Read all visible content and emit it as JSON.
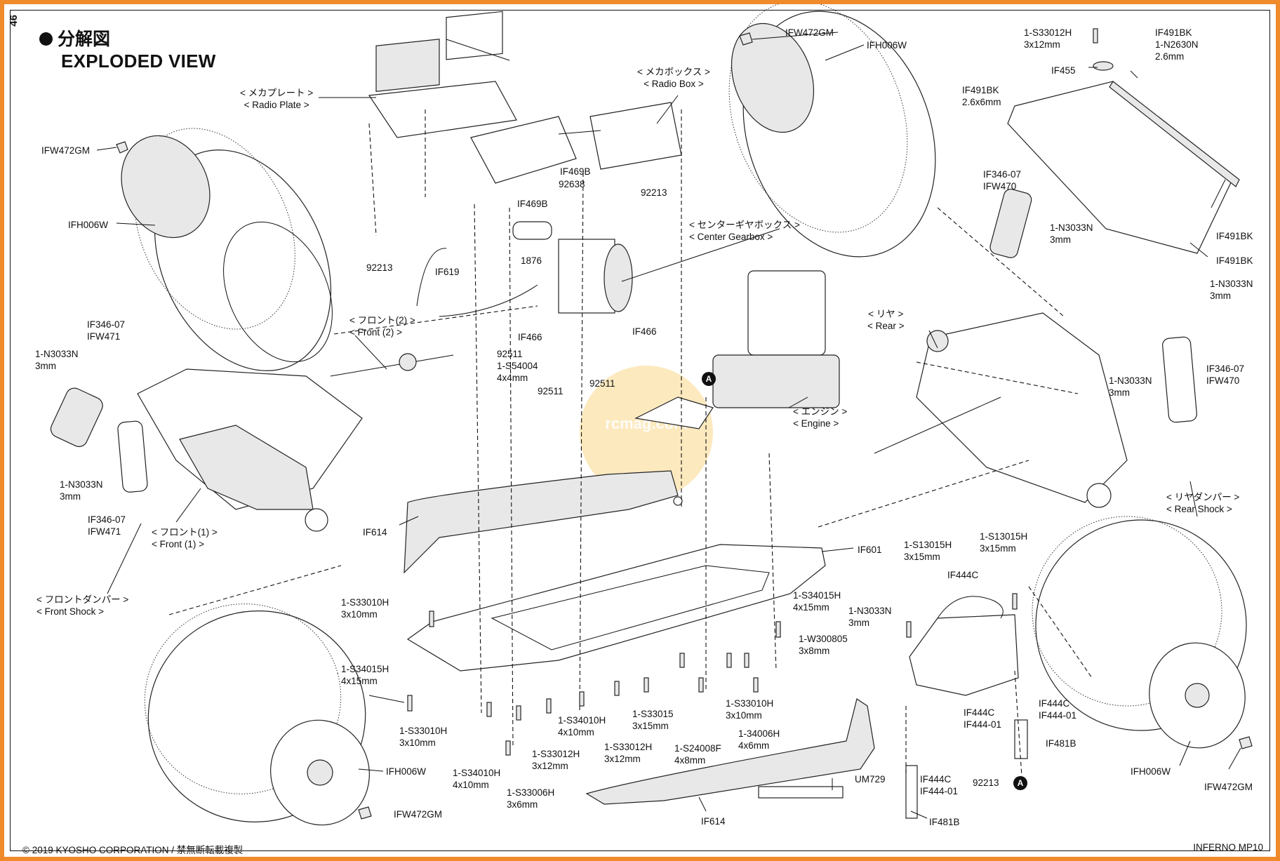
{
  "page_number": "46",
  "title_ja": "分解図",
  "title_en": "EXPLODED VIEW",
  "copyright": "© 2019 KYOSHO CORPORATION / 禁無断転載複製",
  "model_name": "INFERNO MP10",
  "watermark": "rcmag.com",
  "badge_letter": "A",
  "labels": {
    "radio_plate": [
      "< メカプレート >",
      "< Radio Plate >"
    ],
    "radio_box": [
      "< メカボックス >",
      "< Radio Box >"
    ],
    "center_gearbox": [
      "< センターギヤボックス >",
      "< Center Gearbox >"
    ],
    "front2": [
      "< フロント(2) >",
      "< Front (2) >"
    ],
    "front1": [
      "< フロント(1) >",
      "< Front (1) >"
    ],
    "front_shock": [
      "< フロントダンパー >",
      "< Front Shock >"
    ],
    "rear": [
      "< リヤ >",
      "< Rear >"
    ],
    "rear_shock": [
      "< リヤダンパー >",
      "< Rear Shock >"
    ],
    "engine": [
      "< エンジン >",
      "< Engine >"
    ],
    "ifw472gm_tl": [
      "IFW472GM"
    ],
    "ifh006w_tl": [
      "IFH006W"
    ],
    "ifw472gm_tc": [
      "IFW472GM"
    ],
    "ifh006w_tc": [
      "IFH006W"
    ],
    "if346_fl": [
      "IF346-07",
      "IFW471"
    ],
    "n3033_fl": [
      "1-N3033N",
      "3mm"
    ],
    "n3033_fl2": [
      "1-N3033N",
      "3mm"
    ],
    "if346_fl2": [
      "IF346-07",
      "IFW471"
    ],
    "f92213": [
      "92213"
    ],
    "if619": [
      "IF619"
    ],
    "if469b_1": [
      "IF469B"
    ],
    "f92638": [
      "92638"
    ],
    "if469b_2": [
      "IF469B"
    ],
    "f92213b": [
      "92213"
    ],
    "f1876": [
      "1876"
    ],
    "if466a": [
      "IF466"
    ],
    "if466b": [
      "IF466"
    ],
    "f92511a": [
      "92511",
      "1-S54004",
      "4x4mm"
    ],
    "f92511b": [
      "92511"
    ],
    "f92511c": [
      "92511"
    ],
    "s33012h_t": [
      "1-S33012H",
      "3x12mm"
    ],
    "if455": [
      "IF455"
    ],
    "if491bk_a": [
      "IF491BK",
      "1-N2630N",
      "2.6mm"
    ],
    "if491bk_b": [
      "IF491BK",
      "2.6x6mm"
    ],
    "if346_r": [
      "IF346-07",
      "IFW470"
    ],
    "n3033_r1": [
      "1-N3033N",
      "3mm"
    ],
    "if491bk_c": [
      "IF491BK"
    ],
    "if491bk_d": [
      "IF491BK"
    ],
    "n3033_r2": [
      "1-N3033N",
      "3mm"
    ],
    "n3033_r3": [
      "1-N3033N",
      "3mm"
    ],
    "if346_r2": [
      "IF346-07",
      "IFW470"
    ],
    "if614_a": [
      "IF614"
    ],
    "if601": [
      "IF601"
    ],
    "s33010h_a": [
      "1-S33010H",
      "3x10mm"
    ],
    "s34015h_a": [
      "1-S34015H",
      "4x15mm"
    ],
    "s33010h_b": [
      "1-S33010H",
      "3x10mm"
    ],
    "s34010h_a": [
      "1-S34010H",
      "4x10mm"
    ],
    "s34010h_b": [
      "1-S34010H",
      "4x10mm"
    ],
    "s33012h_b": [
      "1-S33012H",
      "3x12mm"
    ],
    "s33012h_c": [
      "1-S33012H",
      "3x12mm"
    ],
    "s33015": [
      "1-S33015",
      "3x15mm"
    ],
    "s33006h": [
      "1-S33006H",
      "3x6mm"
    ],
    "s24008f": [
      "1-S24008F",
      "4x8mm"
    ],
    "s34006h": [
      "1-34006H",
      "4x6mm"
    ],
    "s33010h_c": [
      "1-S33010H",
      "3x10mm"
    ],
    "s34015h_b": [
      "1-S34015H",
      "4x15mm"
    ],
    "w300805": [
      "1-W300805",
      "3x8mm"
    ],
    "n3033_c": [
      "1-N3033N",
      "3mm"
    ],
    "s13015h_a": [
      "1-S13015H",
      "3x15mm"
    ],
    "s13015h_b": [
      "1-S13015H",
      "3x15mm"
    ],
    "if444c_a": [
      "IF444C"
    ],
    "if444c_b": [
      "IF444C",
      "IF444-01"
    ],
    "if444c_c": [
      "IF444C",
      "IF444-01"
    ],
    "if444c_d": [
      "IF444C",
      "IF444-01"
    ],
    "if481b_a": [
      "IF481B"
    ],
    "if481b_b": [
      "IF481B"
    ],
    "f92213c": [
      "92213"
    ],
    "um729": [
      "UM729"
    ],
    "if614_b": [
      "IF614"
    ],
    "ifh006w_bl": [
      "IFH006W"
    ],
    "ifw472gm_bl": [
      "IFW472GM"
    ],
    "ifh006w_br": [
      "IFH006W"
    ],
    "ifw472gm_br": [
      "IFW472GM"
    ]
  }
}
